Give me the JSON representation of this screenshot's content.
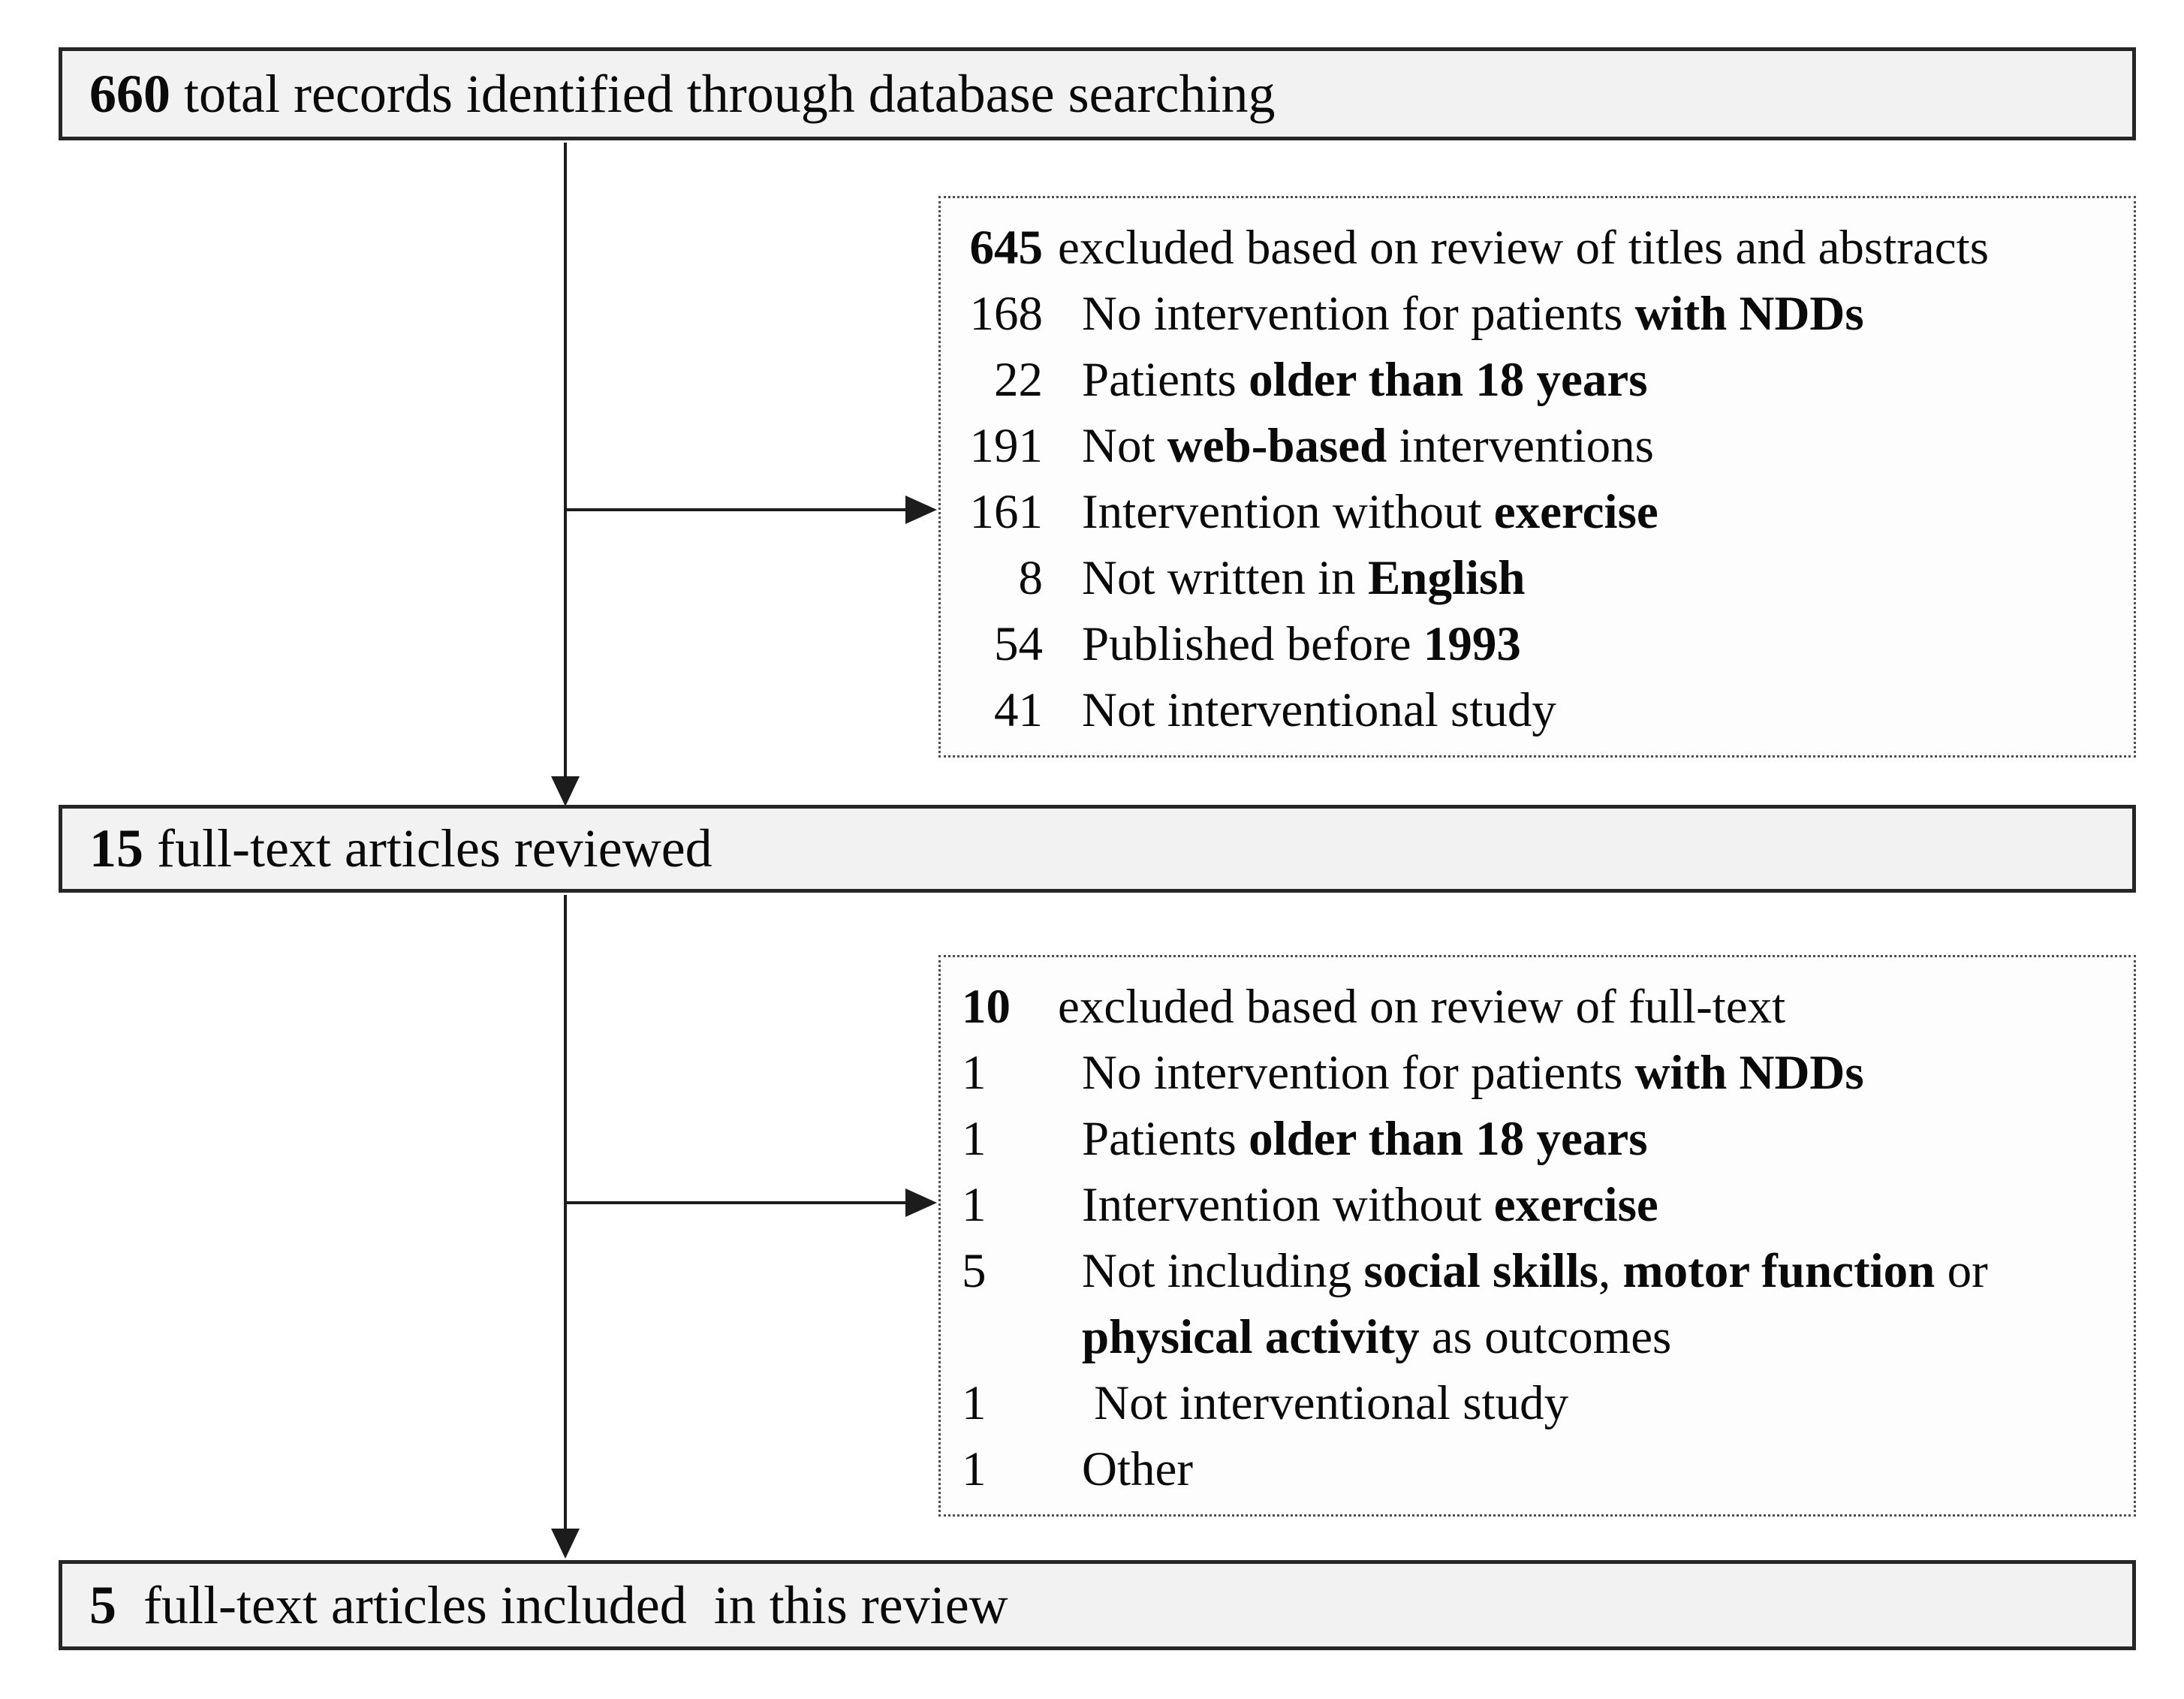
{
  "colors": {
    "page_background": "#ffffff",
    "solid_box_fill": "#f2f2f2",
    "solid_box_border": "#262626",
    "dotted_box_border": "#4d4d4d",
    "connector_line": "#1c1c1c",
    "text": "#0a0a0a"
  },
  "flow": {
    "records_identified": {
      "segments": [
        {
          "text": "660",
          "bold": true
        },
        {
          "text": " total records identified through database searching",
          "bold": false
        }
      ]
    },
    "excluded_titles_abstracts": {
      "header": {
        "num": "645",
        "segments": [
          {
            "text": "excluded based on review of titles and abstracts",
            "bold": false
          }
        ]
      },
      "rows": [
        {
          "num": "168",
          "segments": [
            {
              "text": "No intervention for patients ",
              "bold": false
            },
            {
              "text": "with NDDs",
              "bold": true
            }
          ]
        },
        {
          "num": "22",
          "segments": [
            {
              "text": "Patients ",
              "bold": false
            },
            {
              "text": "older than 18 years",
              "bold": true
            }
          ]
        },
        {
          "num": "191",
          "segments": [
            {
              "text": "Not ",
              "bold": false
            },
            {
              "text": "web-based",
              "bold": true
            },
            {
              "text": " interventions",
              "bold": false
            }
          ]
        },
        {
          "num": "161",
          "segments": [
            {
              "text": "Intervention without ",
              "bold": false
            },
            {
              "text": "exercise",
              "bold": true
            }
          ]
        },
        {
          "num": "8",
          "segments": [
            {
              "text": "Not written in ",
              "bold": false
            },
            {
              "text": "English",
              "bold": true
            }
          ]
        },
        {
          "num": "54",
          "segments": [
            {
              "text": "Published before ",
              "bold": false
            },
            {
              "text": "1993",
              "bold": true
            }
          ]
        },
        {
          "num": "41",
          "segments": [
            {
              "text": "Not interventional study",
              "bold": false
            }
          ]
        }
      ]
    },
    "fulltext_reviewed": {
      "segments": [
        {
          "text": "15",
          "bold": true
        },
        {
          "text": " full-text articles reviewed",
          "bold": false
        }
      ]
    },
    "excluded_fulltext": {
      "header": {
        "num": "10",
        "segments": [
          {
            "text": "excluded based on review of full-text",
            "bold": false
          }
        ]
      },
      "rows": [
        {
          "num": "1",
          "segments": [
            {
              "text": "No intervention for patients ",
              "bold": false
            },
            {
              "text": "with NDDs",
              "bold": true
            }
          ]
        },
        {
          "num": "1",
          "segments": [
            {
              "text": "Patients ",
              "bold": false
            },
            {
              "text": "older than 18 years",
              "bold": true
            }
          ]
        },
        {
          "num": "1",
          "segments": [
            {
              "text": "Intervention without ",
              "bold": false
            },
            {
              "text": "exercise",
              "bold": true
            }
          ]
        },
        {
          "num": "5",
          "segments": [
            {
              "text": "Not including ",
              "bold": false
            },
            {
              "text": "social skills",
              "bold": true
            },
            {
              "text": ", ",
              "bold": false
            },
            {
              "text": "motor function",
              "bold": true
            },
            {
              "text": " or",
              "bold": false
            },
            {
              "break": true
            },
            {
              "text": "physical activity",
              "bold": true
            },
            {
              "text": " as outcomes",
              "bold": false
            }
          ]
        },
        {
          "num": "1",
          "segments": [
            {
              "text": " Not interventional study",
              "bold": false
            }
          ]
        },
        {
          "num": "1",
          "segments": [
            {
              "text": "Other",
              "bold": false
            }
          ]
        }
      ]
    },
    "included_in_review": {
      "segments": [
        {
          "text": "5",
          "bold": true
        },
        {
          "text": "  full-text articles included  in this review",
          "bold": false
        }
      ]
    }
  }
}
